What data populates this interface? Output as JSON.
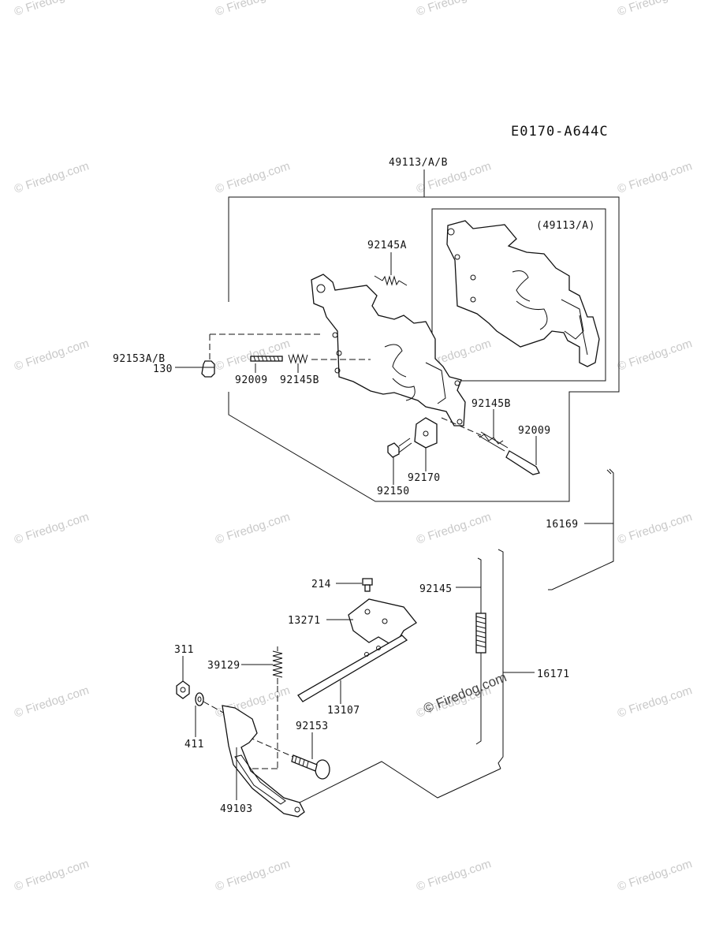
{
  "diagram_code": "E0170-A644C",
  "inset_caption": "(49113/A)",
  "watermark_text": "© Firedog.com",
  "labels": {
    "assembly": "49113/A/B",
    "spring_top": "92145A",
    "bolt_130": "130",
    "bolt_92153ab": "92153A/B",
    "screw_left": "92009",
    "spring_left": "92145B",
    "spring_right": "92145B",
    "screw_right": "92009",
    "bracket": "92170",
    "bolt_bracket": "92150",
    "rod_16169": "16169",
    "screw_214": "214",
    "spring_92145": "92145",
    "plate": "13271",
    "nut": "311",
    "spring_39129": "39129",
    "rod_16171": "16171",
    "shaft": "13107",
    "washer": "411",
    "bolt_92153": "92153",
    "lever": "49103"
  }
}
